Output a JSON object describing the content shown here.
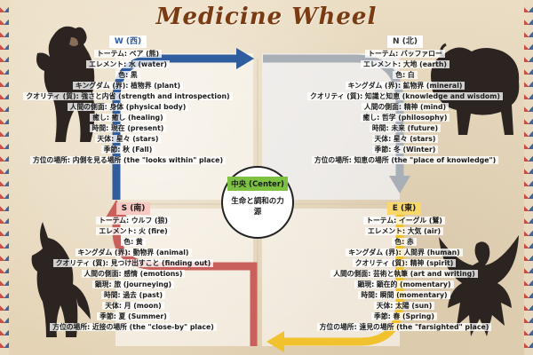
{
  "title": "Medicine Wheel",
  "center": {
    "label": "中央 (Center)",
    "text": "生命と調和の力源"
  },
  "quadrants": {
    "west": {
      "heading": "W (西)",
      "color": "#2f5d9e",
      "lines": [
        "トーテム: ベア (熊)",
        "エレメント: 水 (water)",
        "色: 黒",
        "キングダム (界): 植物界 (plant)",
        "クオリティ (質): 強さと内省 (strength and introspection)",
        "人間の側面: 身体 (physical body)",
        "癒し: 癒し (healing)",
        "時間: 現在 (present)",
        "天体: 星々 (stars)",
        "季節: 秋 (Fall)",
        "方位の場所: 内側を見る場所 (the \"looks within\" place)"
      ]
    },
    "north": {
      "heading": "N (北)",
      "color": "#9aa3ad",
      "lines": [
        "トーテム: バッファロー",
        "エレメント: 大地 (earth)",
        "色: 白",
        "キングダム (界): 鉱物界 (mineral)",
        "クオリティ (質): 知識と知恵 (knowledge and wisdom)",
        "人間の側面: 精神 (mind)",
        "癒し: 哲学 (philosophy)",
        "時間: 未来 (future)",
        "天体: 星々 (stars)",
        "季節: 冬 (Winter)",
        "方位の場所: 知恵の場所 (the \"place of knowledge\")"
      ]
    },
    "south": {
      "heading": "S (南)",
      "color": "#c7645f",
      "lines": [
        "トーテム: ウルフ (狼)",
        "エレメント: 火 (fire)",
        "色: 黄",
        "キングダム (界): 動物界 (animal)",
        "クオリティ (質): 見つけ出すこと (finding out)",
        "人間の側面: 感情 (emotions)",
        "顕現: 旅 (journeying)",
        "時間: 過去 (past)",
        "天体: 月 (moon)",
        "季節: 夏 (Summer)",
        "方位の場所: 近接の場所 (the \"close-by\" place)"
      ]
    },
    "east": {
      "heading": "E (東)",
      "color": "#f2c12e",
      "lines": [
        "トーテム: イーグル (鷲)",
        "エレメント: 大気 (air)",
        "色: 赤",
        "キングダム (界): 人間界 (human)",
        "クオリティ (質): 精神 (spirit)",
        "人間の側面: 芸術と執筆 (art and writing)",
        "顕現: 顕在的 (momentary)",
        "時間: 瞬間 (momentary)",
        "天体: 太陽 (sun)",
        "季節: 春 (Spring)",
        "方位の場所: 遠見の場所 (the \"farsighted\" place)"
      ]
    }
  },
  "colors": {
    "title": "#7a3a12",
    "west_arrow": "#2f5d9e",
    "north_arrow": "#a9afb7",
    "south_arrow": "#c9605c",
    "east_arrow": "#f2c12e",
    "north_heading_bg": "#ffffff",
    "south_heading_bg": "#f7c9c2",
    "east_heading_bg": "#f8d86b",
    "west_heading_bg": "#ffffff",
    "center_label_bg": "#7cc142"
  },
  "icons": {
    "west": "bear-icon",
    "north": "bison-icon",
    "south": "wolf-icon",
    "east": "eagle-icon"
  }
}
